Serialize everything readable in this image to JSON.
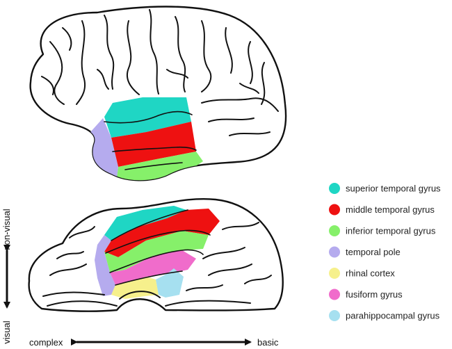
{
  "legend": {
    "items": [
      {
        "label": "superior temporal gyrus",
        "color": "#1fd6c4"
      },
      {
        "label": "middle temporal gyrus",
        "color": "#ee1111"
      },
      {
        "label": "inferior temporal gyrus",
        "color": "#86f06a"
      },
      {
        "label": "temporal pole",
        "color": "#b5abee"
      },
      {
        "label": "rhinal cortex",
        "color": "#f6f08c"
      },
      {
        "label": "fusiform gyrus",
        "color": "#f06ccb"
      },
      {
        "label": "parahippocampal gyrus",
        "color": "#a6e0f0"
      }
    ]
  },
  "axes": {
    "horizontal": {
      "left_label": "complex",
      "right_label": "basic"
    },
    "vertical": {
      "top_label": "non-visual",
      "bottom_label": "visual"
    }
  }
}
